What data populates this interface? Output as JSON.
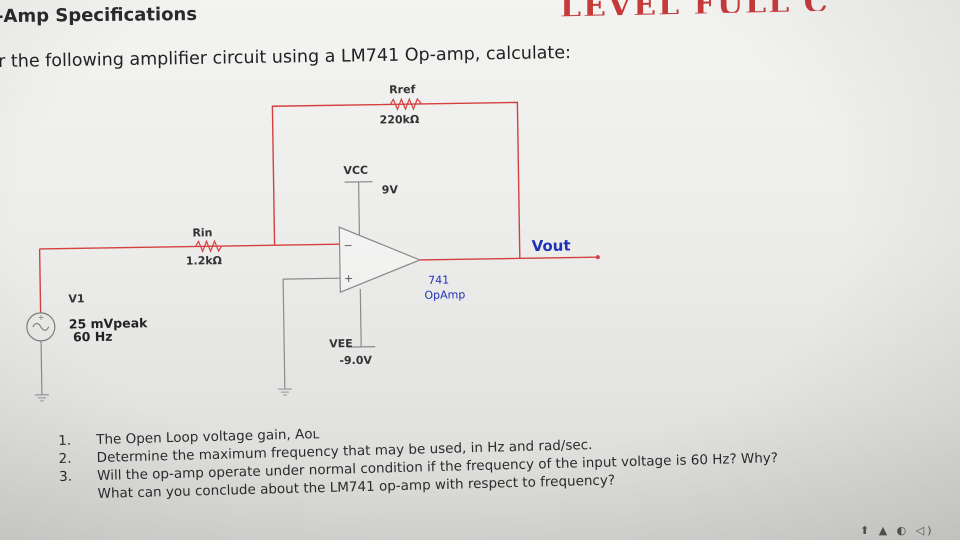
{
  "header": {
    "title": "-Amp Specifications",
    "top_deco_text": "LEVEL FULL C"
  },
  "intro": "r the following amplifier circuit using a LM741 Op-amp, calculate:",
  "circuit": {
    "rref": {
      "label": "Rref",
      "value": "220kΩ"
    },
    "rin": {
      "label": "Rin",
      "value": "1.2kΩ"
    },
    "vcc": {
      "label": "VCC",
      "value": "9V"
    },
    "vee": {
      "label": "VEE",
      "value": "-9.0V"
    },
    "source": {
      "label": "V1",
      "amplitude": "25 mVpeak",
      "frequency": "60 Hz"
    },
    "opamp": {
      "model": "741",
      "type": "OpAmp",
      "minus": "−",
      "plus": "+"
    },
    "output_label": "Vout",
    "colors": {
      "wire_red": "#d5403f",
      "wire_gray": "#7a7a7a",
      "label_blue": "#2232b8"
    }
  },
  "questions": [
    {
      "num": "1.",
      "text": "The Open Loop voltage gain, Aᴏʟ"
    },
    {
      "num": "2.",
      "text": "Determine the maximum frequency that may be used, in Hz and rad/sec."
    },
    {
      "num": "3.",
      "text": "Will the op-amp operate under normal condition if the frequency of the input voltage is 60 Hz? Why?",
      "continuation": "What can you conclude about the LM741 op-amp with respect to frequency?"
    }
  ],
  "taskbar": {
    "icons": "⬆ ▲ ◐ ◁)"
  }
}
